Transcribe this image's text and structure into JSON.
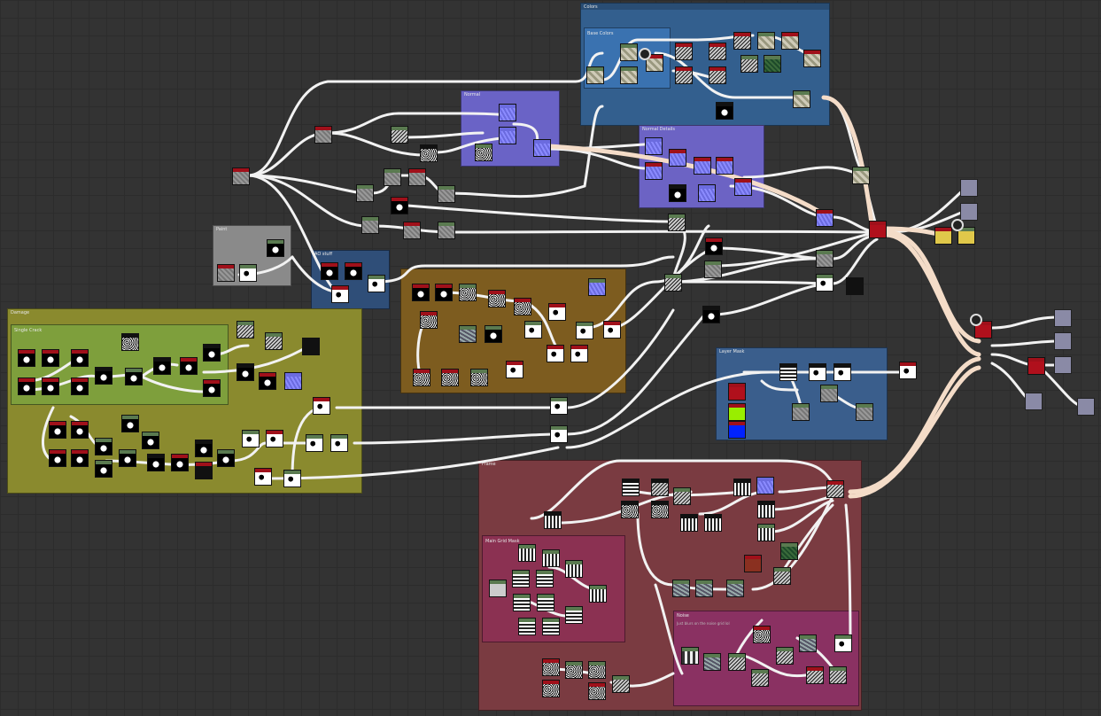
{
  "frames": {
    "colors_label": "Colors",
    "base_colors_label": "Base Colors",
    "normal_label": "Normal",
    "normal_details_label": "Normal Details",
    "paint_label": "Paint",
    "ao_stuff_label": "AO stuff",
    "damage_label": "Damage",
    "single_crack_label": "Single Crack",
    "layer_mask_label": "Layer Mask",
    "frame_label": "Frame",
    "main_grid_mask_label": "Main Grid Mask",
    "noise_group_label": "Noise",
    "noise_note": "Just blurs on the noise grid lol"
  },
  "colors": {
    "colors_frame": "#2f5f8f",
    "normal_frame": "#6a62c8",
    "paint_frame": "#8a8a8a",
    "ao_frame": "#2f4f7a",
    "damage_frame": "#8a8a2e",
    "crack_frame": "#7fa03a",
    "brown_frame": "#7a5a1c",
    "layer_mask_frame": "#3a5f8f",
    "frame_frame": "#7a3a40",
    "grid_mask_frame": "#8a3050",
    "noise_frame": "#8a3060",
    "wire": "#f2f2f2",
    "wire_peach": "#f4dcc8",
    "header_red": "#a0101a",
    "header_green": "#5a7a50"
  },
  "icons": {
    "badge_top": "gear-icon",
    "badge_right": "gear-icon",
    "badge_colors": "layers-icon"
  }
}
